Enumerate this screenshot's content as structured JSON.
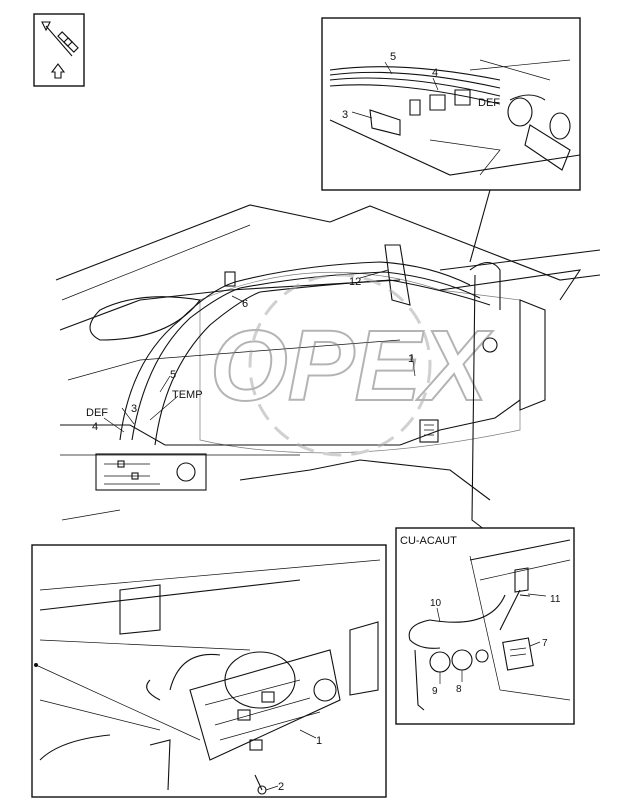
{
  "watermark": "OPEX",
  "labels": {
    "top_inset": {
      "n5": "5",
      "n4": "4",
      "n3": "3",
      "def": "DEF"
    },
    "main": {
      "n12": "12",
      "n6": "6",
      "n5": "5",
      "temp": "TEMP",
      "def": "DEF",
      "n4": "4",
      "n3": "3",
      "n1": "1"
    },
    "bottom_left": {
      "n1": "1",
      "n2": "2"
    },
    "bottom_right": {
      "title": "CU-ACAUT",
      "n10": "10",
      "n11": "11",
      "n7": "7",
      "n9": "9",
      "n8": "8"
    }
  },
  "icons": [
    "orientation-arrow-icon",
    "up-arrow-icon"
  ]
}
